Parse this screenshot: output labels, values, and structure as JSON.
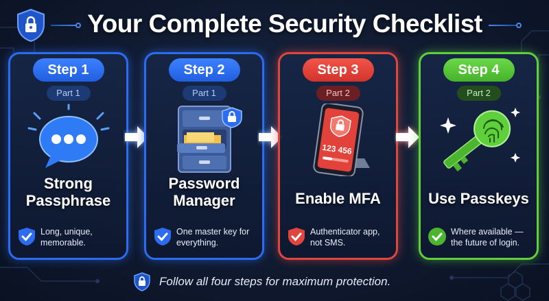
{
  "header": {
    "title": "Your Complete Security Checklist",
    "icon": "shield-lock-icon"
  },
  "steps": [
    {
      "step_label": "Step 1",
      "part_label": "Part 1",
      "title": "Strong Passphrase",
      "description": "Long, unique, memorable.",
      "icon": "chat-bubble-icon",
      "accent": "#2b6cf0"
    },
    {
      "step_label": "Step 2",
      "part_label": "Part 1",
      "title": "Password Manager",
      "description": "One master key for everything.",
      "icon": "file-cabinet-icon",
      "accent": "#2b6cf0"
    },
    {
      "step_label": "Step 3",
      "part_label": "Part 2",
      "title": "Enable MFA",
      "description": "Authenticator app, not SMS.",
      "icon": "phone-lock-icon",
      "code": "123 456",
      "accent": "#e0463e"
    },
    {
      "step_label": "Step 4",
      "part_label": "Part 2",
      "title": "Use Passkeys",
      "description": "Where available — the future of login.",
      "icon": "fingerprint-key-icon",
      "accent": "#5fcf3c"
    }
  ],
  "footer": {
    "text": "Follow all four steps for maximum protection.",
    "icon": "shield-lock-icon"
  }
}
